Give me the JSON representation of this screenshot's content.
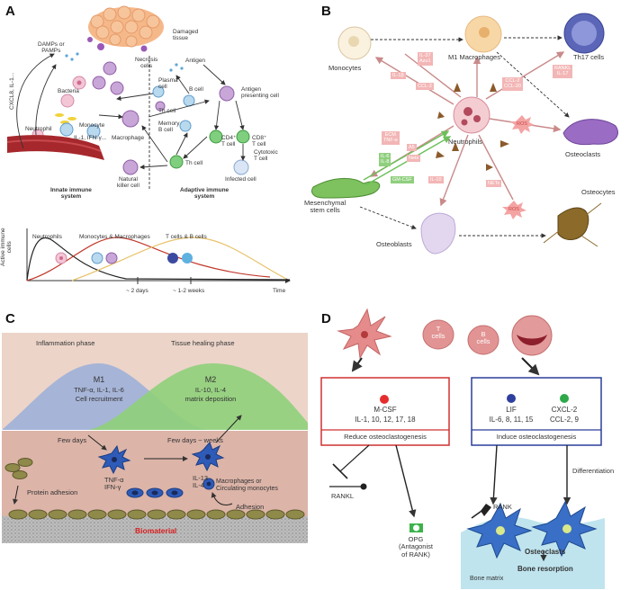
{
  "panels": {
    "A": {
      "letter": "A",
      "labels": {
        "damaged_tissue": "Damaged\ntissue",
        "damps": "DAMPs or\nPAMPs",
        "cxcl": "CXCL8, IL-1...",
        "necrosis": "Necrosis\ncells",
        "antigen": "Antigen",
        "bacteria": "Bacteria",
        "plasma_cell": "Plasma\ncell",
        "b_cell": "B cell",
        "th_cell_top": "Th cell",
        "memory_b": "Memory\nB cell",
        "apc": "Antigen\npresenting cell",
        "il1_ifn": "IL-1, IFN-γ...",
        "macrophage": "Macrophage",
        "monocyte": "Monocyte",
        "neutrophil": "Neutrophil",
        "cd4": "CD4⁺\nT cell",
        "cd8": "CD8⁺\nT cell",
        "th_cell": "Th cell",
        "cytotoxic": "Cytotoxic\nT cell",
        "infected": "Infected cell",
        "nk": "Natural\nkiller cell",
        "innate": "Innate immune\nsystem",
        "adaptive": "Adaptive immune\nsystem"
      },
      "timeline": {
        "ylabel": "Active immune\ncells",
        "xlabel": "Time",
        "series": [
          "Neutrophils",
          "Monocytes & Macrophages",
          "T cells & B cells"
        ],
        "ticks": [
          "~ 2 days",
          "~ 1-2 weeks"
        ],
        "colors": {
          "neutrophils": "#222222",
          "monocytes": "#c0392b",
          "tcells": "#e8c26a"
        }
      }
    },
    "B": {
      "letter": "B",
      "labels": {
        "monocytes": "Monocytes",
        "m1": "M1 Macrophages",
        "th17": "Th17 cells",
        "neutrophils": "Neutrophils",
        "osteoclasts": "Osteoclasts",
        "msc": "Mesenchymal\nstem cells",
        "osteoblasts": "Osteoblasts",
        "osteocytes": "Osteocytes"
      },
      "tags": {
        "il37": "IL-37\nAzu1",
        "il1b": "IL-1β",
        "ccl2_a": "CCL-2",
        "ccl2_b": "CCL-2\nCCL-20",
        "rankl": "RANKL\nIL-17",
        "ros_a": "ROS",
        "ecm": "ECM\nTNF-α",
        "il6": "IL-6\nIL-8",
        "a5": "A5",
        "nets": "Nets",
        "gmcsf": "GM-CSF",
        "il10": "IL-10",
        "nets2": "NETs",
        "ros_b": "ROS"
      },
      "colors": {
        "pink": "#f3b6b6",
        "green": "#8fcf7e",
        "arrow": "#cc8f8f"
      }
    },
    "C": {
      "letter": "C",
      "labels": {
        "inflammation": "Inflammation phase",
        "healing": "Tissue healing phase",
        "m1_title": "M1",
        "m1_line1": "TNF-α, IL-1, IL-6",
        "m1_line2": "Cell recruitment",
        "m2_title": "M2",
        "m2_line1": "IL-10, IL-4",
        "m2_line2": "matrix deposition",
        "few_days": "Few days",
        "few_weeks": "Few days ~ weeks",
        "tnf": "TNF-α\nIFN-γ",
        "il13": "IL-13\nIL-4",
        "macrophages": "Macrophages or\nCirculating monocytes",
        "adhesion": "Adhesion",
        "protein": "Protein adhesion",
        "biomaterial": "Biomaterial"
      },
      "colors": {
        "top": "#ecd4c9",
        "m1": "#9fb0d8",
        "m2": "#8fd07a",
        "bottom": "#dcb4a8",
        "biomaterial": "#d81e1e"
      }
    },
    "D": {
      "letter": "D",
      "labels": {
        "t_cells": "T\ncells",
        "b_cells": "B\ncells",
        "mcsf": "M-CSF",
        "mcsf_list": "IL-1, 10, 12, 17, 18",
        "reduce": "Reduce osteoclastogenesis",
        "lif": "LIF",
        "lif_list": "IL-6, 8, 11, 15",
        "cxcl2": "CXCL-2",
        "cxcl2_list": "CCL-2, 9",
        "induce": "Induce osteoclastogenesis",
        "rankl": "RANKL",
        "opg": "OPG\n(Antagonist\nof RANK)",
        "differentiation": "Differentiation",
        "rank": "RANK",
        "osteoclasts": "Osteoclasts",
        "resorption": "Bone resorption",
        "matrix": "Bone matrix"
      },
      "colors": {
        "red_box": "#d03030",
        "blue_box": "#2a3f9a",
        "bone": "#bfe4ee",
        "mcsf_dot": "#e52d2d",
        "lif_dot": "#2f3f9e",
        "cxcl_dot": "#2fa84a"
      }
    }
  }
}
